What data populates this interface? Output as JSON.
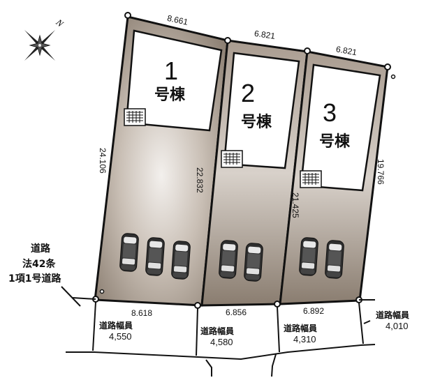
{
  "compass": {
    "label": "N"
  },
  "lots": [
    {
      "number": "1",
      "label": "号棟",
      "top_width": "8.661",
      "left_depth": "24.106",
      "right_depth": "22.832",
      "frontage": "8.618",
      "parking_spaces": 3
    },
    {
      "number": "2",
      "label": "号棟",
      "top_width": "6.821",
      "right_depth": "21.425",
      "frontage": "6.856",
      "parking_spaces": 2
    },
    {
      "number": "3",
      "label": "号棟",
      "top_width": "6.821",
      "right_depth": "19.766",
      "frontage": "6.892",
      "parking_spaces": 2
    }
  ],
  "road_note": {
    "line1": "道路",
    "line2": "法42条",
    "line3": "1項1号道路"
  },
  "road_widths": [
    {
      "label": "道路幅員",
      "value": "4,550"
    },
    {
      "label": "道路幅員",
      "value": "4,580"
    },
    {
      "label": "道路幅員",
      "value": "4,310"
    },
    {
      "label": "道路幅員",
      "value": "4,010"
    }
  ],
  "colors": {
    "lot_fill": "#8f8275",
    "lot_light": "#e9e4df",
    "outline": "#111111",
    "car": "#3a3a3a"
  }
}
